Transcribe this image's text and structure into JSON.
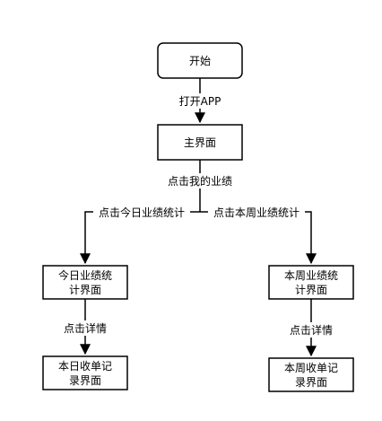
{
  "nodes": {
    "start": {
      "lines": [
        "开始"
      ]
    },
    "main": {
      "lines": [
        "主界面"
      ]
    },
    "today_stats": {
      "lines": [
        "今日业绩统",
        "计界面"
      ]
    },
    "week_stats": {
      "lines": [
        "本周业绩统",
        "计界面"
      ]
    },
    "today_orders": {
      "lines": [
        "本日收单记",
        "录界面"
      ]
    },
    "week_orders": {
      "lines": [
        "本周收单记",
        "录界面"
      ]
    }
  },
  "edges": {
    "open_app": "打开APP",
    "click_my_perf": "点击我的业绩",
    "click_today": "点击今日业绩统计",
    "click_week": "点击本周业绩统计",
    "click_detail_left": "点击详情",
    "click_detail_right": "点击详情"
  }
}
